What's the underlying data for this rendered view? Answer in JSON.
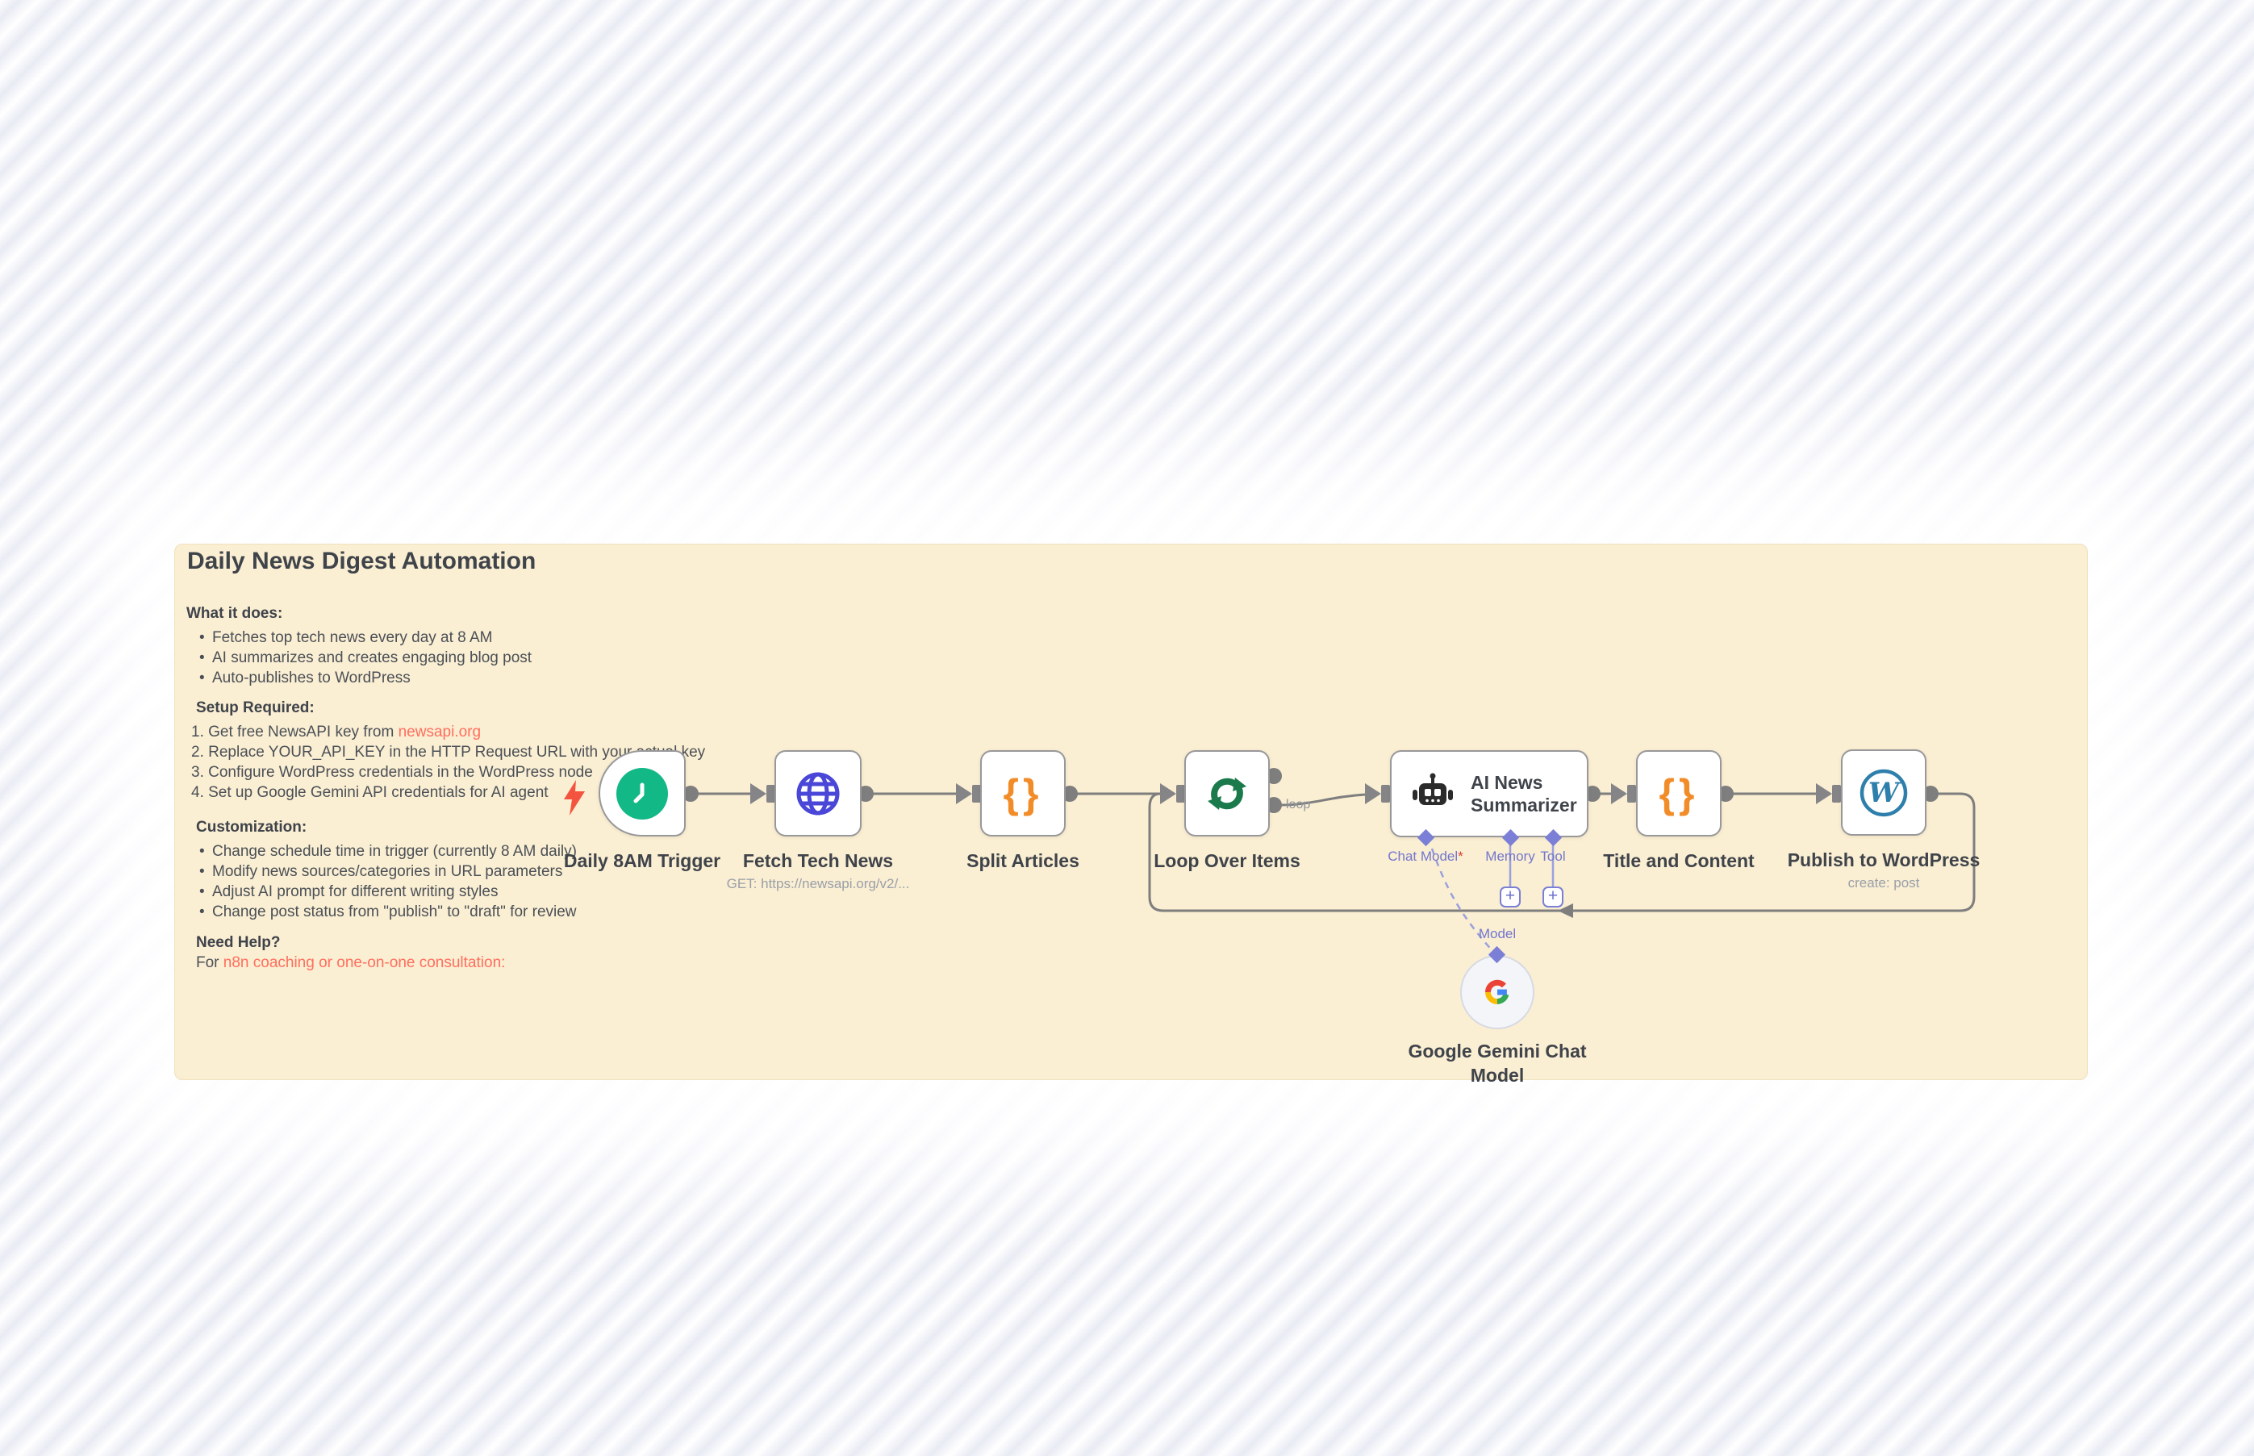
{
  "sticky": {
    "title": "Daily News Digest Automation",
    "what": {
      "heading": "What it does:",
      "bullets": [
        "Fetches top tech news every day at 8 AM",
        "AI summarizes and creates engaging blog post",
        "Auto-publishes to WordPress"
      ]
    },
    "setup": {
      "heading": "Setup Required:",
      "steps": [
        {
          "text": "1. Get free NewsAPI key from ",
          "link": "newsapi.org"
        },
        {
          "text": "2. Replace YOUR_API_KEY in the HTTP Request URL with your actual key"
        },
        {
          "text": "3. Configure WordPress credentials in the WordPress node"
        },
        {
          "text": "4. Set up Google Gemini API credentials for AI agent"
        }
      ]
    },
    "customization": {
      "heading": "Customization:",
      "bullets": [
        "Change schedule time in trigger (currently 8 AM daily)",
        "Modify news sources/categories in URL parameters",
        "Adjust AI prompt for different writing styles",
        "Change post status from \"publish\" to \"draft\" for review"
      ]
    },
    "help": {
      "heading": "Need Help?",
      "prefix": "For ",
      "link": "n8n coaching or one-on-one consultation:"
    }
  },
  "workflow": {
    "nodes": [
      {
        "id": "trigger",
        "label": "Daily 8AM Trigger"
      },
      {
        "id": "fetch",
        "label": "Fetch Tech News",
        "sublabel": "GET: https://newsapi.org/v2/..."
      },
      {
        "id": "split",
        "label": "Split Articles"
      },
      {
        "id": "loop",
        "label": "Loop Over Items"
      },
      {
        "id": "ai",
        "label_line1": "AI News",
        "label_line2": "Summarizer"
      },
      {
        "id": "title",
        "label": "Title and Content"
      },
      {
        "id": "wordpress",
        "label": "Publish to WordPress",
        "sublabel": "create: post"
      },
      {
        "id": "gemini",
        "label": "Google Gemini Chat Model"
      }
    ],
    "loop_output_label": "loop",
    "ai_ports": {
      "chat_model": "Chat Model",
      "required_mark": "*",
      "memory": "Memory",
      "tool": "Tool"
    },
    "gemini_port": "Model",
    "icons": {
      "plus": "+",
      "bullet": "•",
      "braces": "{}"
    },
    "colors": {
      "sticky_bg": "#FAEED3",
      "link": "#FF6F5E",
      "node_border": "#98989B",
      "connector_gray": "#7E7E7E",
      "port_purple": "#7B80D6",
      "trigger_green": "#12B886",
      "loop_green": "#1B7A4B",
      "braces_orange": "#F28C28",
      "http_blue": "#4946D8",
      "wordpress_blue": "#2E7FAB",
      "robot_black": "#2B2B2B",
      "lightning_red": "#F4543F"
    }
  }
}
